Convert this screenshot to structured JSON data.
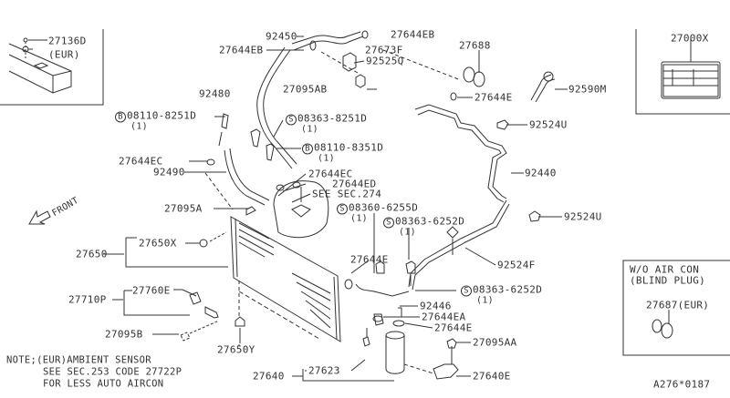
{
  "diagram_code": "A276*0187",
  "front_label": "FRONT",
  "note": {
    "line1": "NOTE;(EUR)AMBIENT SENSOR",
    "line2": "SEE SEC.253 CODE 27722P",
    "line3": "FOR LESS AUTO AIRCON"
  },
  "inset_eur": {
    "part": "27136D",
    "qualifier": "(EUR)"
  },
  "inset_label": {
    "part": "27000X"
  },
  "inset_blind_plug": {
    "title1": "W/O AIR CON",
    "title2": "(BLIND PLUG)",
    "part": "27687(EUR)"
  },
  "parts": {
    "p92450": "92450",
    "p27644EB_top": "27644EB",
    "p27644EB_left": "27644EB",
    "p27673F": "27673F",
    "p92525Q": "92525Q",
    "p27688": "27688",
    "p92480": "92480",
    "p27095AB": "27095AB",
    "p27644E_top": "27644E",
    "p92590M": "92590M",
    "p92524U_top": "92524U",
    "p92440": "92440",
    "p27644EC_left": "27644EC",
    "p92490": "92490",
    "p27644EC": "27644EC",
    "p27644ED": "27644ED",
    "see_sec274": "SEE SEC.274",
    "p27095A": "27095A",
    "p92524U_mid": "92524U",
    "p27650X": "27650X",
    "p27650": "27650",
    "p92524F": "92524F",
    "p27644E_mid": "27644E",
    "p27760E": "27760E",
    "p27710P": "27710P",
    "p92446": "92446",
    "p27644EA": "27644EA",
    "p27644E_low": "27644E",
    "p27095B": "27095B",
    "p27650Y": "27650Y",
    "p27095AA": "27095AA",
    "p27640": "27640",
    "p27623": "27623",
    "p27640E": "27640E"
  },
  "fasteners": {
    "b1": {
      "symbol": "B",
      "part": "08110-8251D",
      "qty": "(1)"
    },
    "s1": {
      "symbol": "S",
      "part": "08363-8251D",
      "qty": "(1)"
    },
    "b2": {
      "symbol": "B",
      "part": "08110-8351D",
      "qty": "(1)"
    },
    "s2": {
      "symbol": "S",
      "part": "08360-6255D",
      "qty": "(1)"
    },
    "s3": {
      "symbol": "S",
      "part": "08363-6252D",
      "qty": "(1)"
    },
    "s4": {
      "symbol": "S",
      "part": "08363-6252D",
      "qty": "(1)"
    }
  }
}
